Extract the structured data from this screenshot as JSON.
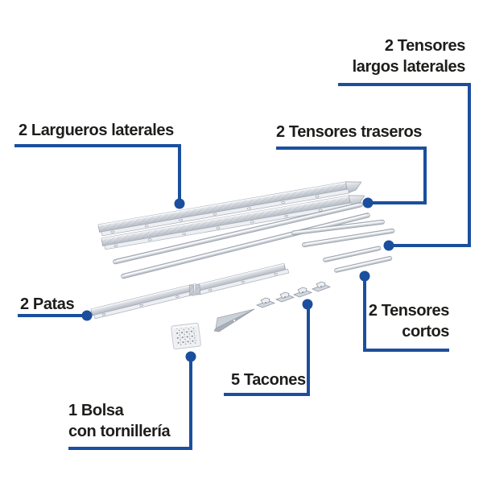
{
  "colors": {
    "connector": "#1b4f9e",
    "label_text": "#1d1d1b",
    "part_light": "#f2f4f6",
    "part_mid": "#c6cbd3",
    "part_edge": "#98a0ab",
    "background": "#ffffff"
  },
  "labels": {
    "largueros_laterales": {
      "text": "2 Largueros laterales"
    },
    "tensores_largos_laterales": {
      "line1": "2 Tensores",
      "line2": "largos laterales"
    },
    "tensores_traseros": {
      "text": "2 Tensores traseros"
    },
    "patas": {
      "text": "2 Patas"
    },
    "tensores_cortos": {
      "line1": "2 Tensores",
      "line2": "cortos"
    },
    "tacones": {
      "text": "5 Tacones"
    },
    "bolsa_tornilleria": {
      "line1": "1 Bolsa",
      "line2": "con tornillería"
    }
  }
}
